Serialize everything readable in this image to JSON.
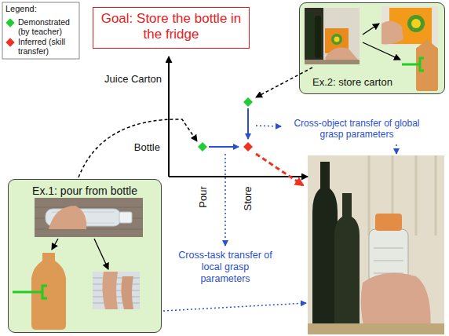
{
  "diagram": {
    "nodes": [
      {
        "text": [
          "Goal: Store the bottle in the fridge"
        ]
      },
      {
        "text": [
          "Ex.1: pour from bottle"
        ]
      },
      {
        "text": [
          "Ex.2: store carton"
        ]
      }
    ],
    "labels": [
      "Legend:",
      "Juice Carton",
      "Bottle",
      "Pour",
      "Store",
      "Cross-object transfer of global grasp parameters",
      "Cross-task transfer of local grasp parameters"
    ],
    "legend": [
      {
        "text": "Demonstrated (by teacher)",
        "color": "#22cc33"
      },
      {
        "text": "Inferred (skill transfer)",
        "color": "#ee3322"
      }
    ]
  }
}
